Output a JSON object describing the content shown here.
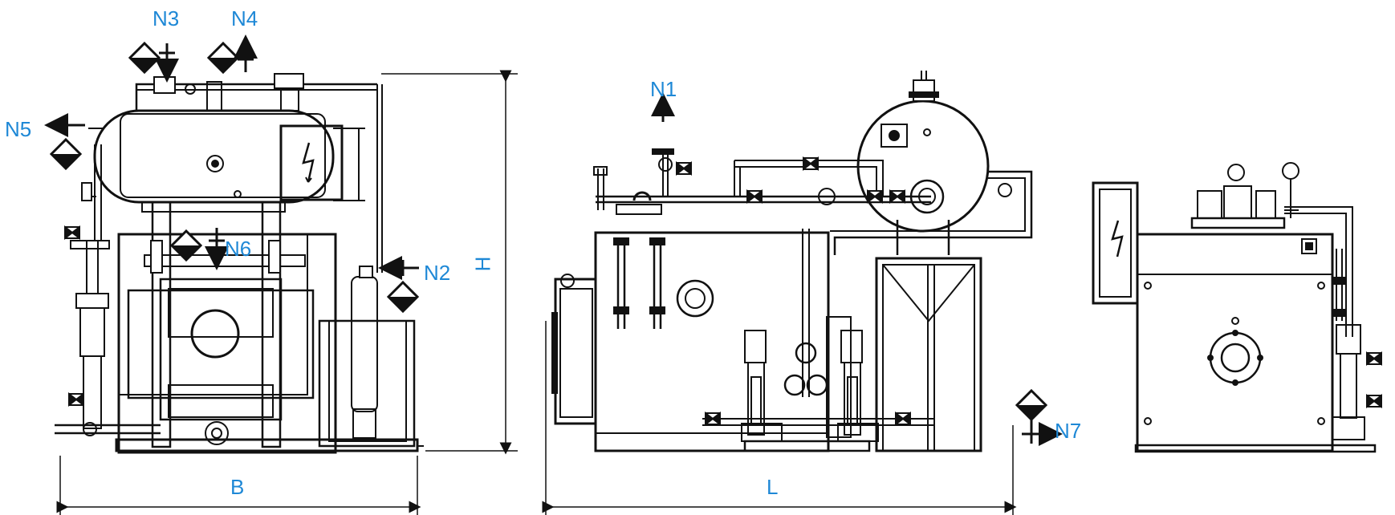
{
  "nozzles": {
    "n1": "N1",
    "n2": "N2",
    "n3": "N3",
    "n4": "N4",
    "n5": "N5",
    "n6": "N6",
    "n7": "N7"
  },
  "dimensions": {
    "width": "B",
    "height": "H",
    "length": "L"
  },
  "colors": {
    "label": "#1e88d6",
    "line": "#111111"
  }
}
